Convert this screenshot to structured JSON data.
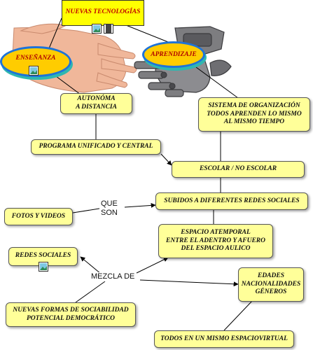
{
  "title": "NUEVAS TECNOLOGÍAS",
  "nodes": {
    "ensenanza": "ENSEÑANZA",
    "aprendizaje": "APRENDIZAJE",
    "autonomia": "AUTONÓMA\nA DISTANCIA",
    "sistema": "SISTEMA DE ORGANIZACIÓN\nTODOS APRENDEN LO MISMO\nAL MISMO TIEMPO",
    "programa": "PROGRAMA UNIFICADO Y CENTRAL",
    "escolar": "ESCOLAR / NO ESCOLAR",
    "subidos": "SUBIDOS A DIFERENTES REDES SOCIALES",
    "fotos": "FOTOS Y VIDEOS",
    "espacio": "ESPACIO ATEMPORAL\nENTRE EL ADENTRO Y AFUERO\nDEL ESPACIO AULICO",
    "redes": "REDES SOCIALES",
    "edades": "EDADES\nNACIONALIDADES\nGÉNEROS",
    "nuevas_formas": "NUEVAS FORMAS DE SOCIABILIDAD\nPOTENCIAL DEMOCRÁTICO",
    "todos": "TODOS EN UN MISMO ESPACIOVIRTUAL"
  },
  "link_labels": {
    "que_son": "QUE\nSON",
    "mezcla_de": "MEZCLA DE"
  },
  "colors": {
    "node_fill": "#ffff99",
    "title_fill": "#ffff00",
    "title_text": "#c00000",
    "ellipse_fill": "#ffcc00",
    "ellipse_ring": "#1e73d8",
    "ellipse_text": "#b00000"
  },
  "icons": [
    "image-attachment-icon",
    "video-attachment-icon"
  ]
}
